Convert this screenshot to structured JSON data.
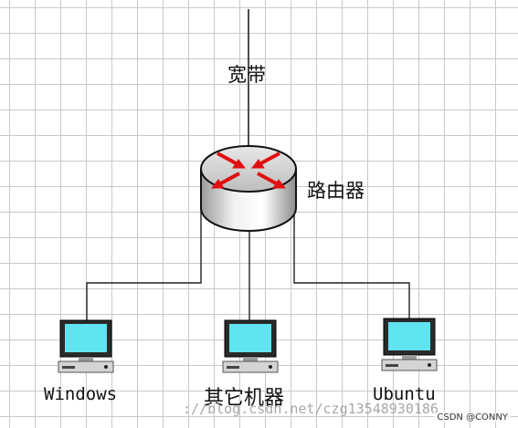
{
  "labels": {
    "broadband": "宽带",
    "router": "路由器",
    "windows": "Windows",
    "other": "其它机器",
    "ubuntu": "Ubuntu"
  },
  "watermark": "://blog.csdn.net/czg13548930186",
  "credit": "CSDN @CONNY"
}
